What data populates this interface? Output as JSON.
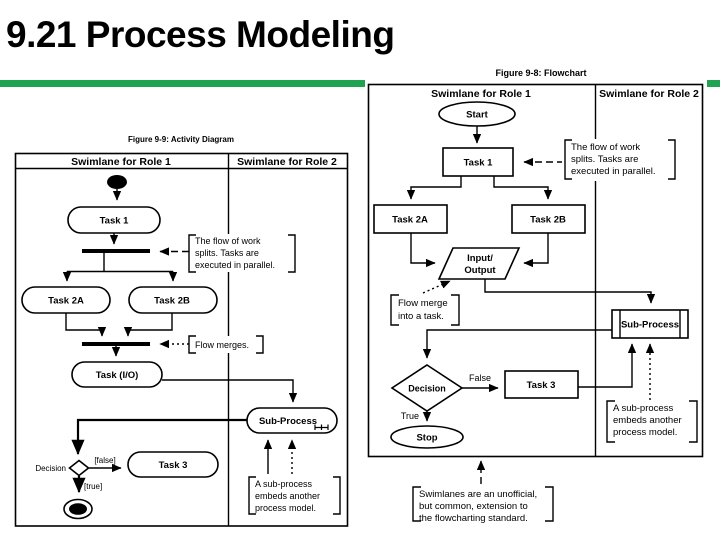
{
  "slide": {
    "title": "9.21 Process Modeling"
  },
  "colors": {
    "accent_green": "#1fa350",
    "ink": "#000000"
  },
  "activity": {
    "caption": "Figure 9-9: Activity Diagram",
    "lanes": {
      "role1": "Swimlane for Role 1",
      "role2": "Swimlane for Role 2"
    },
    "nodes": {
      "task1": "Task 1",
      "task2a": "Task 2A",
      "task2b": "Task 2B",
      "task_io": "Task (I/O)",
      "subprocess": "Sub-Process",
      "task3": "Task 3"
    },
    "labels": {
      "decision": "Decision",
      "false_branch": "[false]",
      "true_branch": "[true]"
    },
    "ann_split": {
      "l1": "The flow of work",
      "l2": "splits. Tasks are",
      "l3": "executed in parallel."
    },
    "ann_merge": {
      "l1": "Flow merges."
    },
    "ann_subprocess": {
      "l1": "A sub-process",
      "l2": "embeds another",
      "l3": "process model."
    }
  },
  "flowchart": {
    "caption": "Figure 9-8: Flowchart",
    "lanes": {
      "role1": "Swimlane for Role 1",
      "role2": "Swimlane for Role 2"
    },
    "nodes": {
      "start": "Start",
      "task1": "Task 1",
      "task2a": "Task 2A",
      "task2b": "Task 2B",
      "io1": "Input/",
      "io2": "Output",
      "subprocess": "Sub-Process",
      "decision": "Decision",
      "task3": "Task 3",
      "stop": "Stop"
    },
    "labels": {
      "false_branch": "False",
      "true_branch": "True"
    },
    "ann_split": {
      "l1": "The flow of work",
      "l2": "splits. Tasks are",
      "l3": "executed in parallel."
    },
    "ann_merge": {
      "l1": "Flow merge",
      "l2": "into a task."
    },
    "ann_subprocess": {
      "l1": "A sub-process",
      "l2": "embeds another",
      "l3": "process model."
    },
    "ann_swimlanes": {
      "l1": "Swimlanes are an unofficial,",
      "l2": "but common, extension to",
      "l3": "the flowcharting standard."
    }
  }
}
